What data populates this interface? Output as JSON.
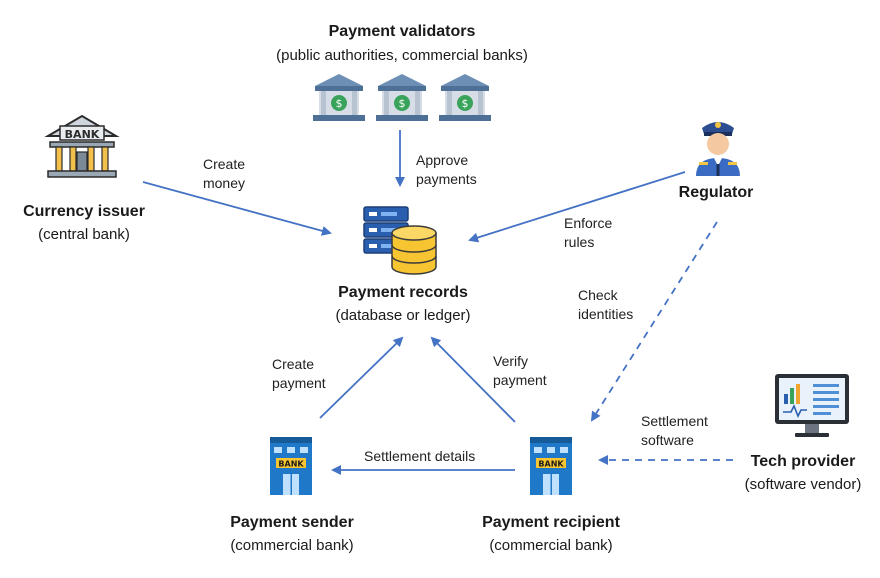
{
  "nodes": {
    "validators": {
      "name": "Payment validators",
      "sub": "(public authorities, commercial banks)"
    },
    "issuer": {
      "name": "Currency issuer",
      "sub": "(central bank)",
      "icon_text": "BANK"
    },
    "regulator": {
      "name": "Regulator"
    },
    "records": {
      "name": "Payment records",
      "sub": "(database or ledger)"
    },
    "sender": {
      "name": "Payment sender",
      "sub": "(commercial bank)",
      "sign": "BANK"
    },
    "recipient": {
      "name": "Payment recipient",
      "sub": "(commercial bank)",
      "sign": "BANK"
    },
    "tech": {
      "name": "Tech provider",
      "sub": "(software vendor)"
    }
  },
  "edges": {
    "create_money": [
      "Create",
      "money"
    ],
    "approve": [
      "Approve",
      "payments"
    ],
    "enforce": [
      "Enforce",
      "rules"
    ],
    "check": [
      "Check",
      "identities"
    ],
    "create_payment": [
      "Create",
      "payment"
    ],
    "verify": [
      "Verify",
      "payment"
    ],
    "settlement_details": "Settlement details",
    "settlement_software": [
      "Settlement",
      "software"
    ]
  },
  "colors": {
    "arrow": "#4472c4",
    "bank_blue": "#1f78c8",
    "coin": "#f7c531",
    "server": "#2a5fb0",
    "skin": "#f4c8a0"
  },
  "icons": [
    "bank-building-icon",
    "government-building-icon",
    "police-officer-icon",
    "database-server-icon",
    "bank-branch-icon",
    "monitor-chart-icon"
  ]
}
